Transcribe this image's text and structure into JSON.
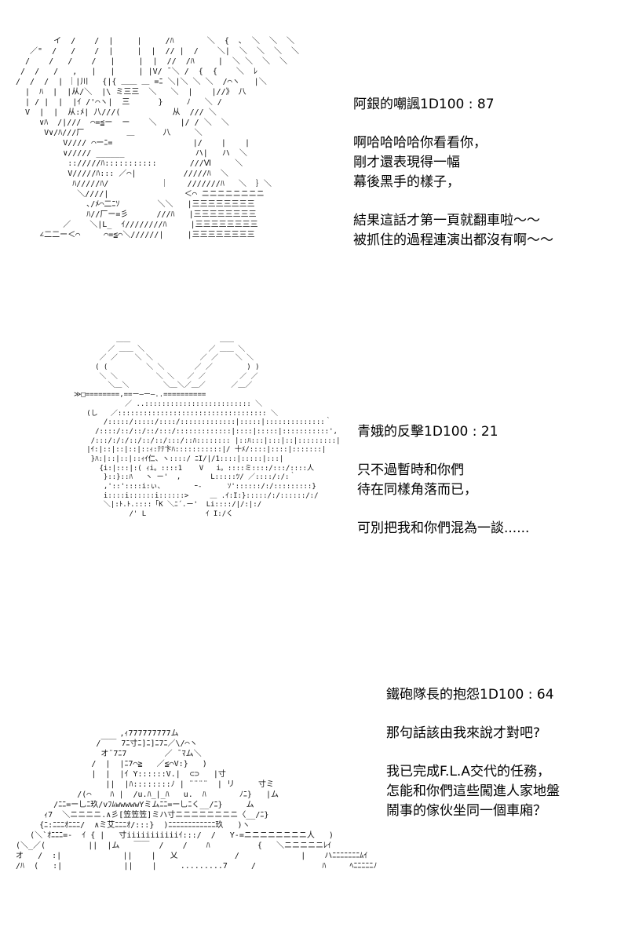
{
  "panels": [
    {
      "art_subject": "silver-haired-character-ascii-art",
      "paragraphs": [
        [
          "阿銀的嘲諷1D100 : 87"
        ],
        [
          "啊哈哈哈哈你看看你，",
          "剛才還表現得一幅",
          "幕後黑手的樣子，"
        ],
        [
          "結果這話才第一頁就翻車啦～～",
          "被抓住的過程連演出都沒有啊～～"
        ]
      ]
    },
    {
      "art_subject": "girl-in-ribbon-gift-box-ascii-art",
      "paragraphs": [
        [
          "青娥的反擊1D100 : 21"
        ],
        [
          "只不過暫時和你們",
          "待在同樣角落而已，"
        ],
        [
          "可別把我和你們混為一談......"
        ]
      ]
    },
    {
      "art_subject": "teppou-captain-in-car-ascii-art",
      "paragraphs": [
        [
          "鐵砲隊長的抱怨1D100 : 64"
        ],
        [
          "那句話該由我來說才對吧?"
        ],
        [
          "我已完成F.L.A交代的任務，",
          "怎能和你們這些闖進人家地盤",
          "鬧事的傢伙坐同一個車廂？"
        ]
      ]
    }
  ]
}
